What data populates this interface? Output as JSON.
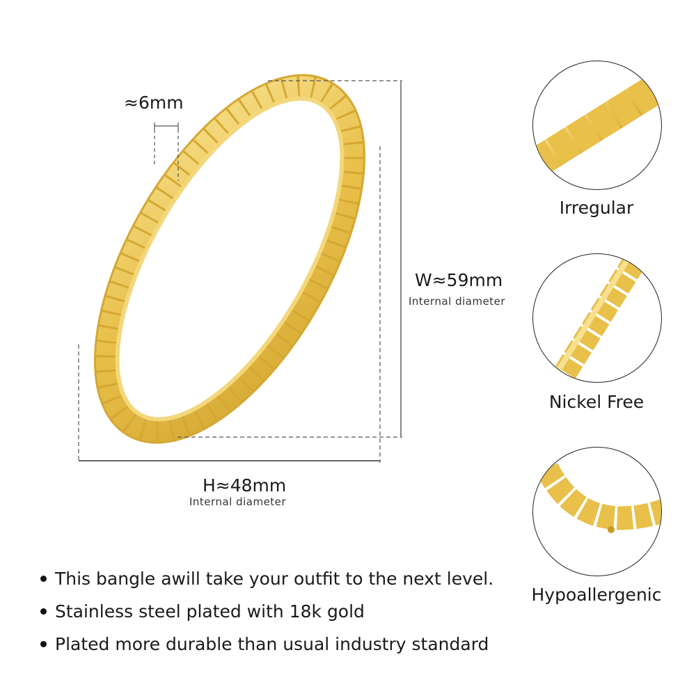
{
  "dimensions": {
    "segment_width": "≈6mm",
    "width": {
      "value": "W≈59mm",
      "label": "Internal diameter"
    },
    "height": {
      "value": "H≈48mm",
      "label": "Internal diameter"
    }
  },
  "features": [
    {
      "label": "Irregular"
    },
    {
      "label": "Nickel Free"
    },
    {
      "label": "Hypoallergenic"
    }
  ],
  "bullets": [
    "This bangle awill take your outfit to the next level.",
    "Stainless steel plated with 18k gold",
    "Plated more durable than usual industry standard"
  ],
  "colors": {
    "gold": "#e8c04a",
    "gold_light": "#f7e08e",
    "gold_dark": "#c99a22",
    "line": "#555555"
  }
}
